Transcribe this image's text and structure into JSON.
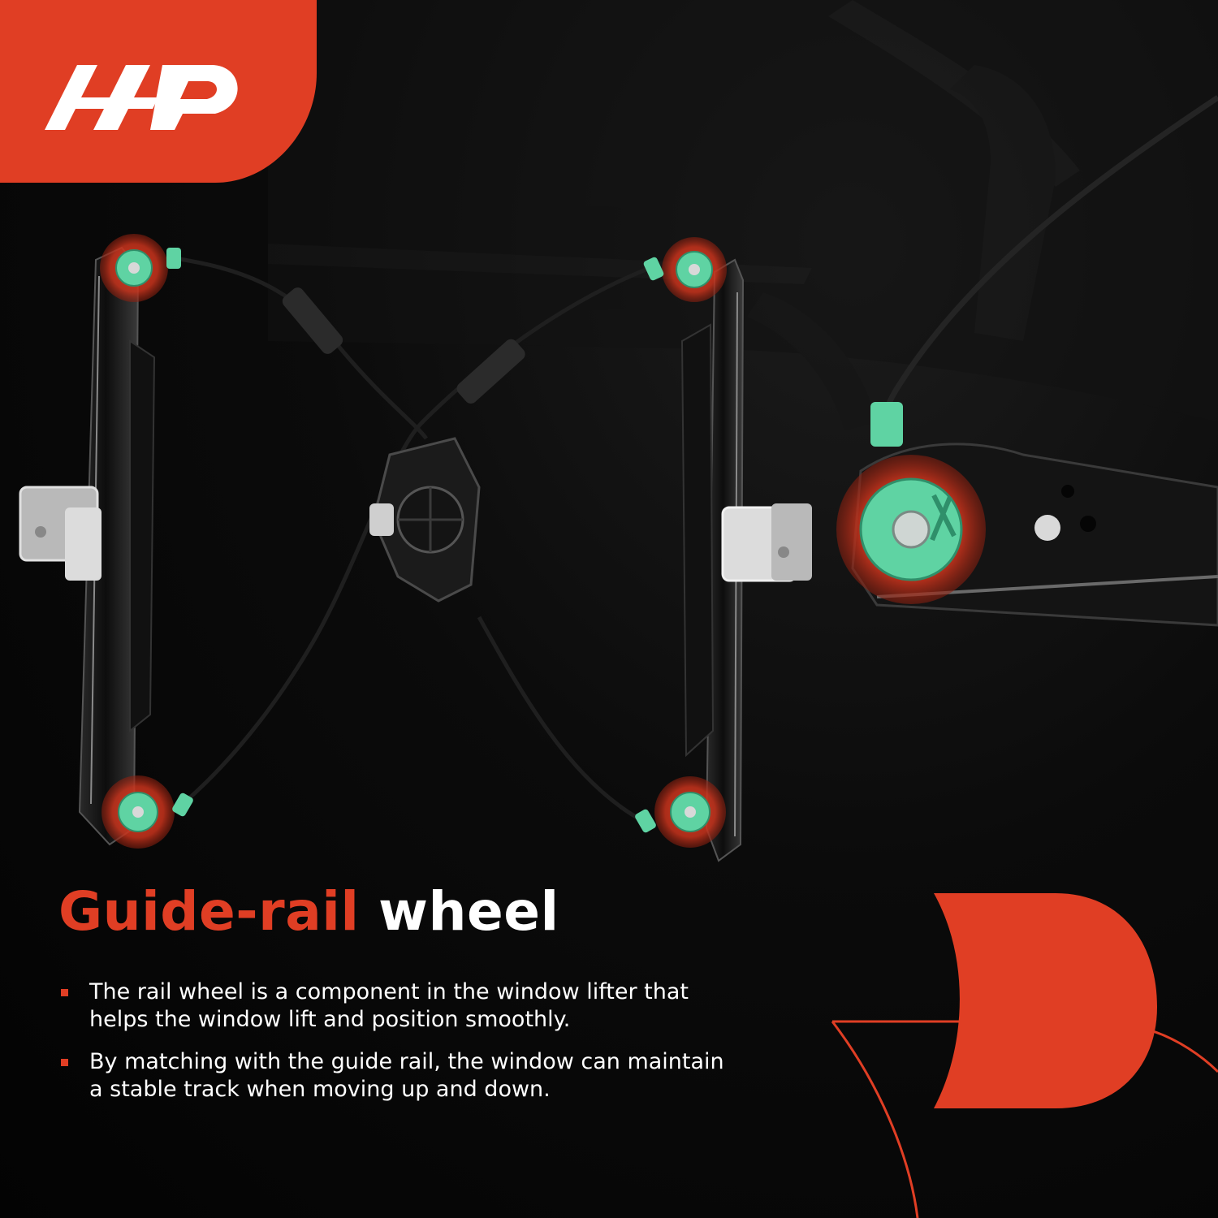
{
  "brand": {
    "accent": "#e03e24",
    "wheel_color": "#5fd3a3",
    "text_color": "#ffffff"
  },
  "headline": {
    "accent_word": "Guide-rail",
    "plain_word": "wheel"
  },
  "bullets": [
    {
      "text": "The rail wheel is a component in the window lifter that helps the window lift and position smoothly."
    },
    {
      "text": "By matching with the guide rail, the window can maintain a stable track when moving up and down."
    }
  ],
  "icons": {
    "logo": "a-premium-logo",
    "bullet": "square-bullet-icon",
    "decor": "d-shape-decoration"
  }
}
